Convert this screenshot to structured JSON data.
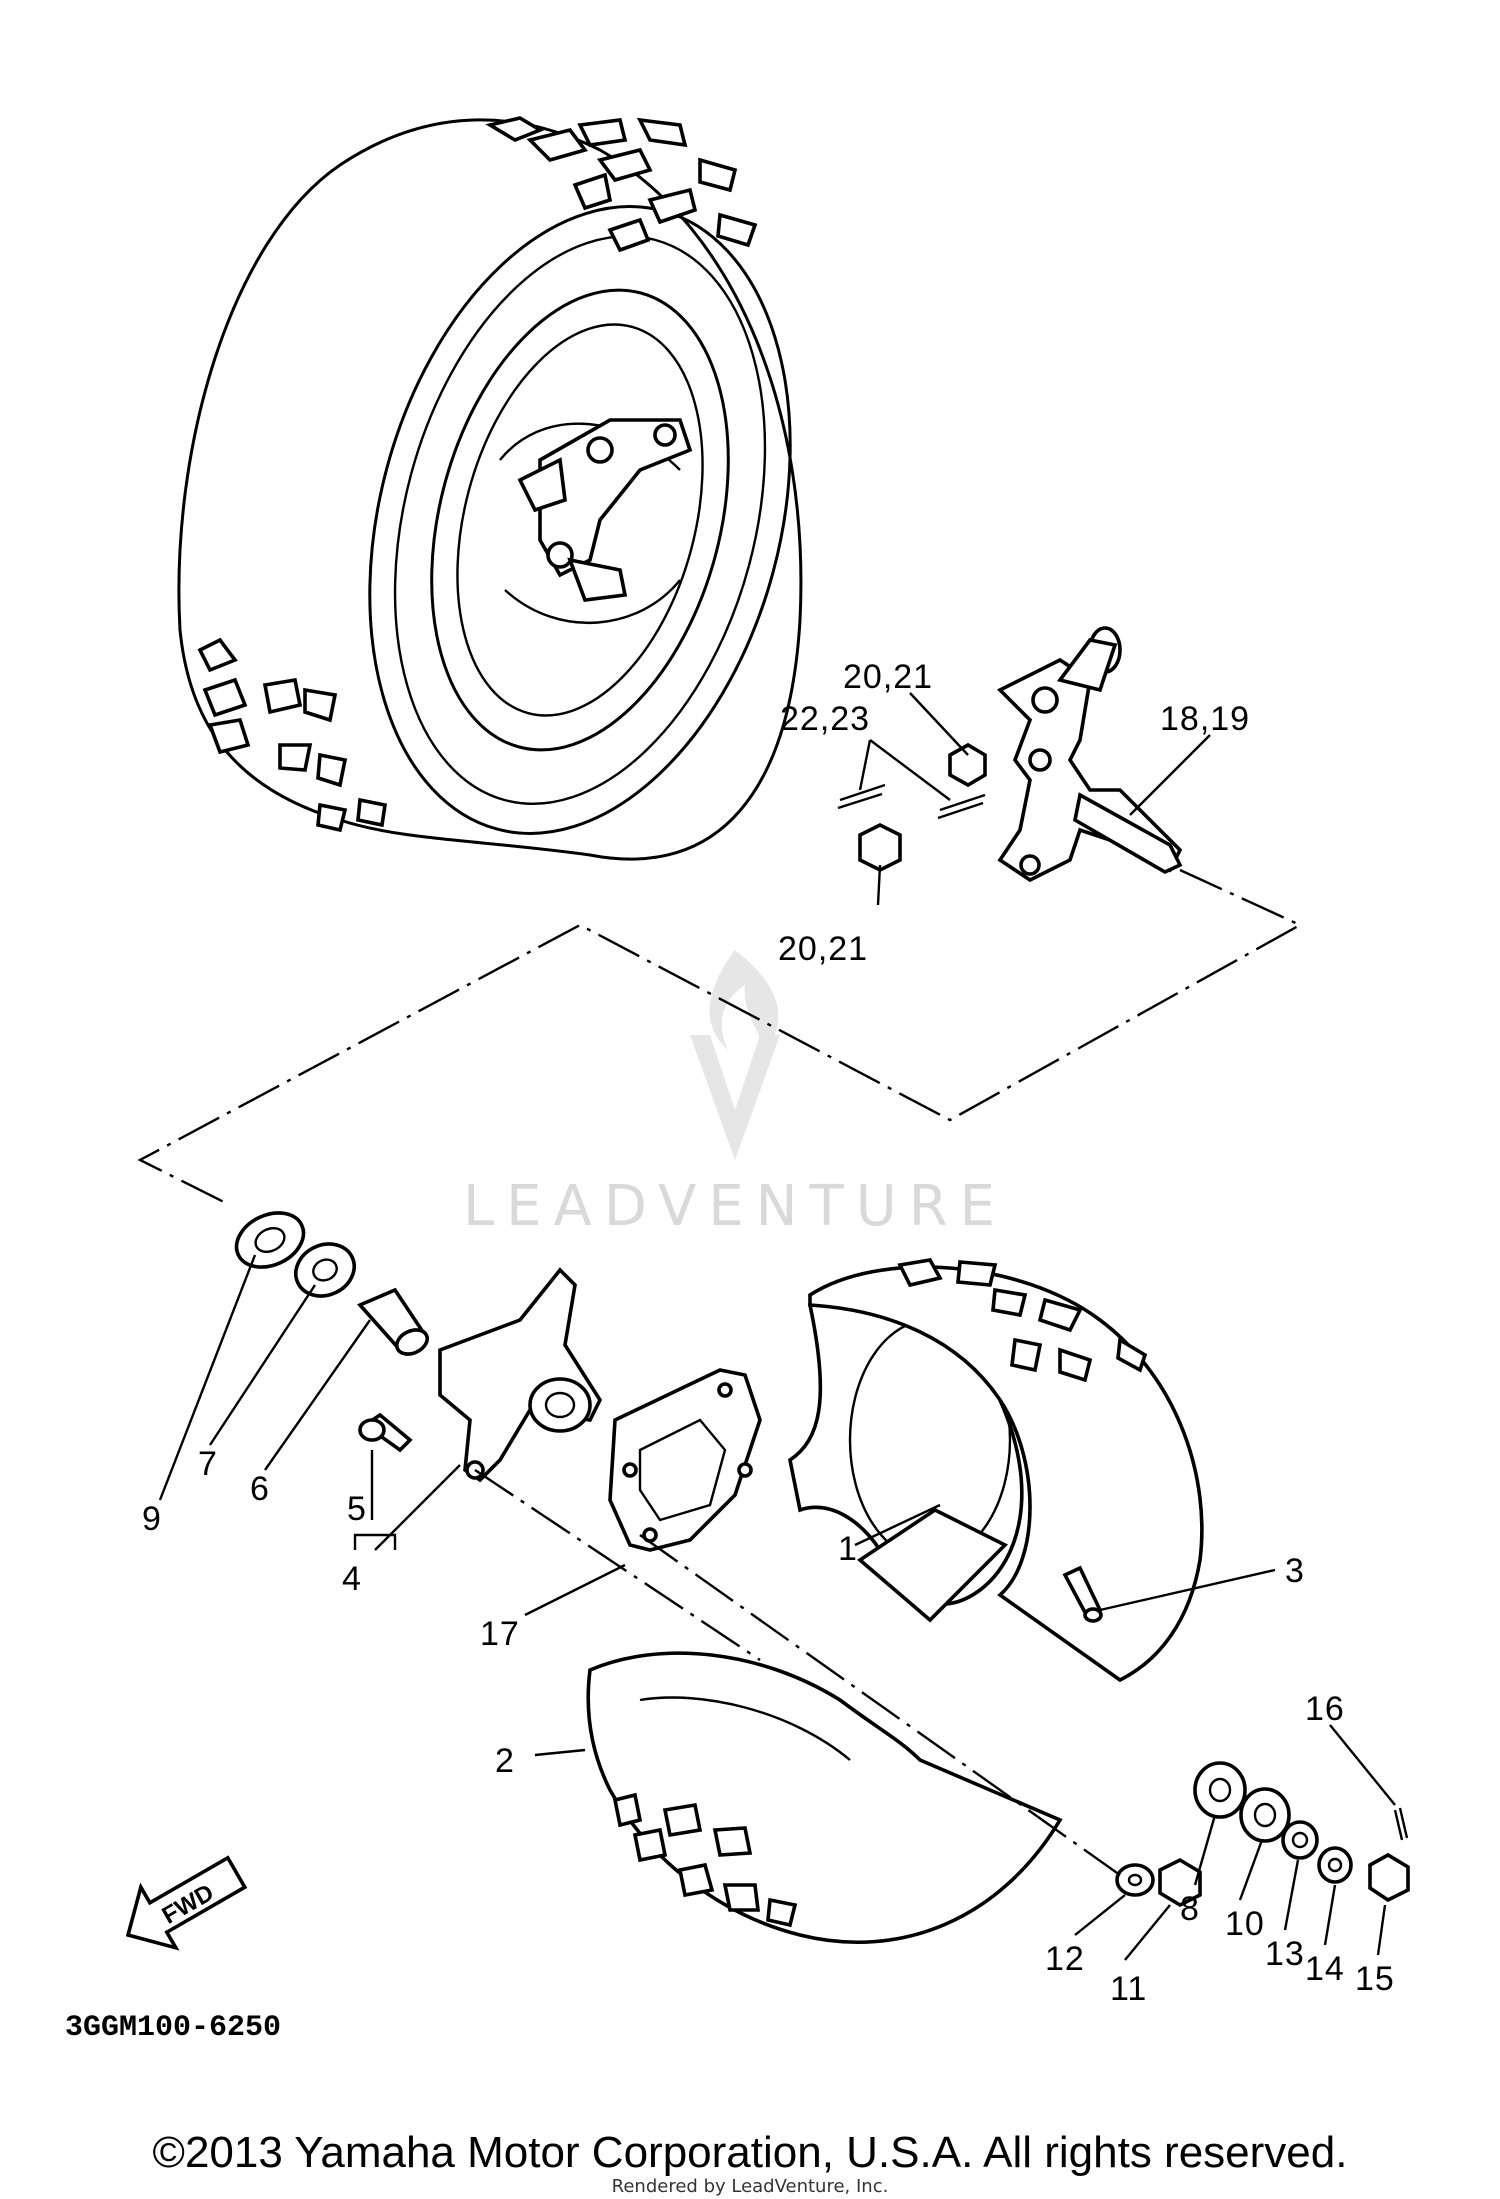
{
  "diagram": {
    "code": "3GGM100-6250",
    "fwd_label": "FWD",
    "watermark": "LEADVENTURE",
    "callouts": [
      "20,21",
      "22,23",
      "18,19",
      "20,21",
      "9",
      "7",
      "6",
      "5",
      "4",
      "17",
      "1",
      "3",
      "2",
      "16",
      "8",
      "10",
      "13",
      "14",
      "15",
      "12",
      "11"
    ]
  },
  "footer": {
    "copyright": "©2013 Yamaha Motor Corporation, U.S.A. All rights reserved.",
    "rendered_by": "Rendered by LeadVenture, Inc."
  }
}
